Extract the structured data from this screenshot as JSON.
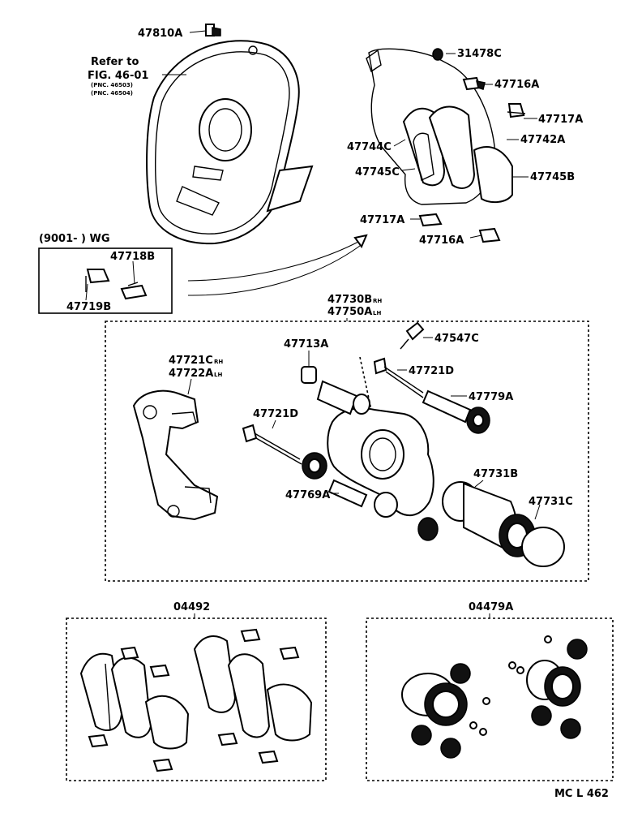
{
  "labels": {
    "p47810A": "47810A",
    "refer_to": "Refer to",
    "fig_ref": "FIG. 46-01",
    "pnc1": "(PNC. 46503)",
    "pnc2": "(PNC. 46504)",
    "p31478C": "31478C",
    "p47716A_top": "47716A",
    "p47717A_top": "47717A",
    "p47742A": "47742A",
    "p47744C": "47744C",
    "p47745C": "47745C",
    "p47745B": "47745B",
    "p47717A_low": "47717A",
    "p47716A_low": "47716A",
    "wg_note": "(9001-        ) WG",
    "p47718B": "47718B",
    "p47719B": "47719B",
    "p47730B": "47730B",
    "p47730B_suffix": "RH",
    "p47750A": "47750A",
    "p47750A_suffix": "LH",
    "p47713A": "47713A",
    "p47547C": "47547C",
    "p47721C": "47721C",
    "p47721C_suffix": "RH",
    "p47722A": "47722A",
    "p47722A_suffix": "LH",
    "p47721D_top": "47721D",
    "p47779A": "47779A",
    "p47721D_left": "47721D",
    "p47731B": "47731B",
    "p47769A": "47769A",
    "p47731C": "47731C",
    "p04492": "04492",
    "p04479A": "04479A",
    "page_code": "MC L 462"
  }
}
